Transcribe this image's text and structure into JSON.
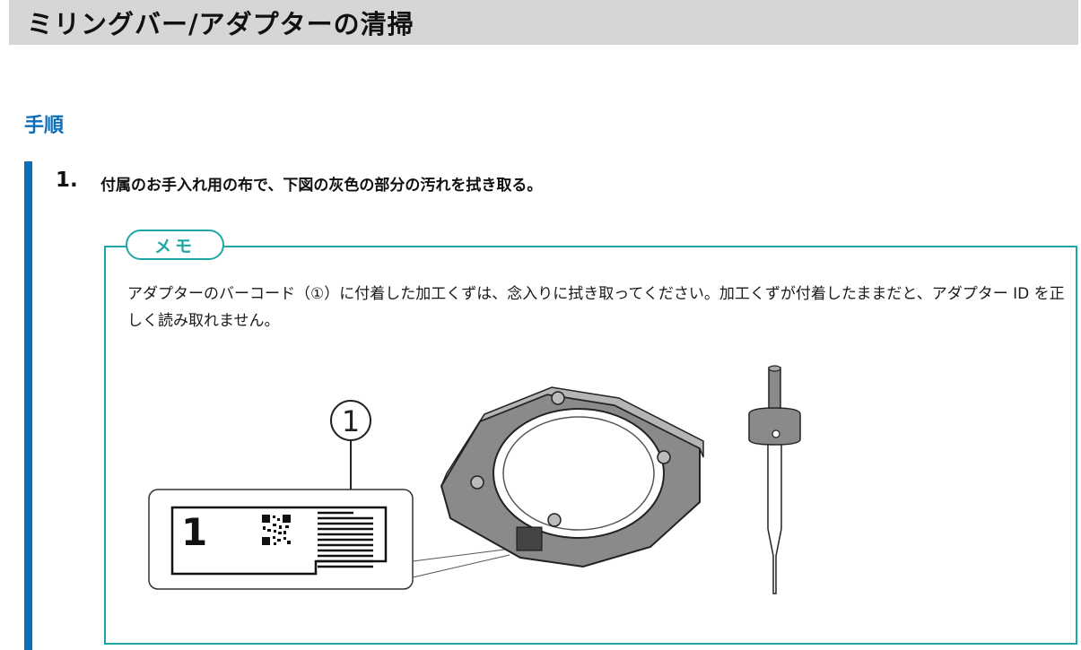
{
  "header": {
    "title": "ミリングバー/アダプターの清掃"
  },
  "procedure": {
    "heading": "手順",
    "step": {
      "number": "1.",
      "text": "付属のお手入れ用の布で、下図の灰色の部分の汚れを拭き取る。"
    }
  },
  "memo": {
    "label": "メモ",
    "text": "アダプターのバーコード（①）に付着した加工くずは、念入りに拭き取ってください。加工くずが付着したままだと、アダプター ID を正しく読み取れません。"
  },
  "illustration": {
    "callout_number": "1",
    "label_number": "1",
    "icons": [
      "barcode-label",
      "qr-code",
      "adapter-ring",
      "milling-bar"
    ],
    "colors": {
      "accent": "#0a6fb8",
      "memo": "#1fa7a8",
      "part_gray": "#8a8a8a"
    }
  }
}
